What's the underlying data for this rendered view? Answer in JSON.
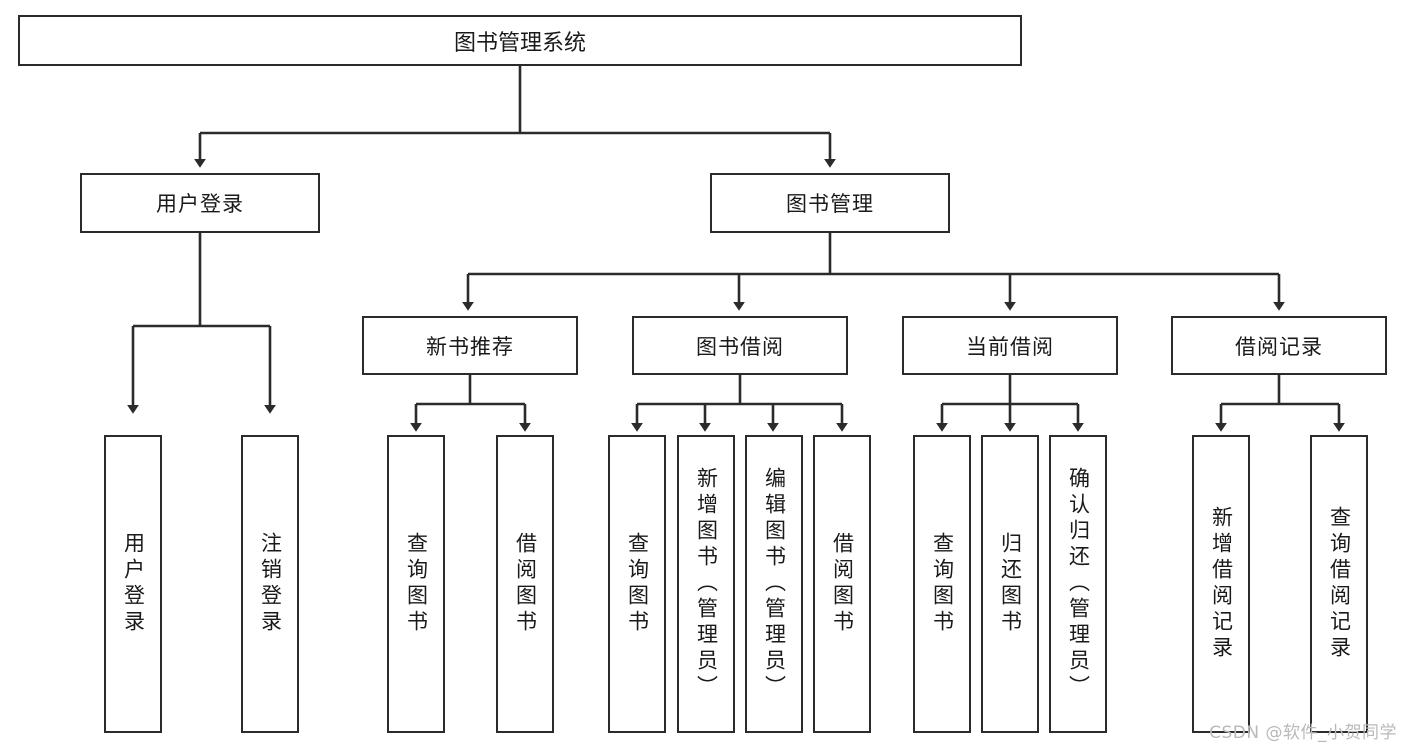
{
  "diagram": {
    "type": "tree-hierarchy",
    "title": "图书管理系统",
    "root": {
      "label": "图书管理系统"
    },
    "level2": [
      {
        "id": "user-login",
        "label": "用户登录"
      },
      {
        "id": "book-management",
        "label": "图书管理"
      }
    ],
    "level3": [
      {
        "id": "new-book-recommend",
        "label": "新书推荐",
        "parent": "book-management"
      },
      {
        "id": "book-borrow",
        "label": "图书借阅",
        "parent": "book-management"
      },
      {
        "id": "current-borrow",
        "label": "当前借阅",
        "parent": "book-management"
      },
      {
        "id": "borrow-record",
        "label": "借阅记录",
        "parent": "book-management"
      }
    ],
    "leaves": {
      "user-login": [
        {
          "id": "leaf-user-login",
          "label": "用户登录"
        },
        {
          "id": "leaf-user-logout",
          "label": "注销登录"
        }
      ],
      "new-book-recommend": [
        {
          "id": "leaf-query-book-1",
          "label": "查询图书"
        },
        {
          "id": "leaf-borrow-book-1",
          "label": "借阅图书"
        }
      ],
      "book-borrow": [
        {
          "id": "leaf-query-book-2",
          "label": "查询图书"
        },
        {
          "id": "leaf-add-book",
          "label": "新增图书（管理员）"
        },
        {
          "id": "leaf-edit-book",
          "label": "编辑图书（管理员）"
        },
        {
          "id": "leaf-borrow-book-2",
          "label": "借阅图书"
        }
      ],
      "current-borrow": [
        {
          "id": "leaf-query-book-3",
          "label": "查询图书"
        },
        {
          "id": "leaf-return-book",
          "label": "归还图书"
        },
        {
          "id": "leaf-confirm-return",
          "label": "确认归还（管理员）"
        }
      ],
      "borrow-record": [
        {
          "id": "leaf-add-record",
          "label": "新增借阅记录"
        },
        {
          "id": "leaf-query-record",
          "label": "查询借阅记录"
        }
      ]
    }
  },
  "watermark": {
    "text": "CSDN @软件_小贺同学"
  },
  "colors": {
    "stroke": "#2b2b2b",
    "box_fill": "#ffffff",
    "text": "#1a1a1a",
    "watermark": "#b9b9b9",
    "background": "#ffffff"
  }
}
